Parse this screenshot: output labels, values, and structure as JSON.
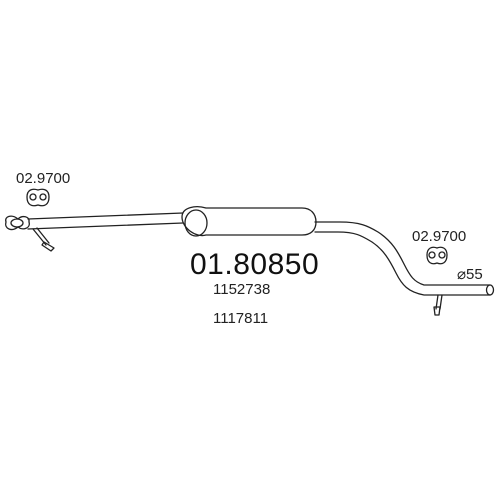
{
  "part_number": "01.80850",
  "oe_numbers": [
    "1152738",
    "1117811"
  ],
  "hangers": [
    {
      "label": "02.9700"
    },
    {
      "label": "02.9700"
    }
  ],
  "outlet_diameter": "⌀55",
  "colors": {
    "line": "#222222",
    "background": "#ffffff"
  },
  "icons": [
    "rubber-hanger-icon",
    "flange-icon",
    "bracket-stud-icon"
  ]
}
